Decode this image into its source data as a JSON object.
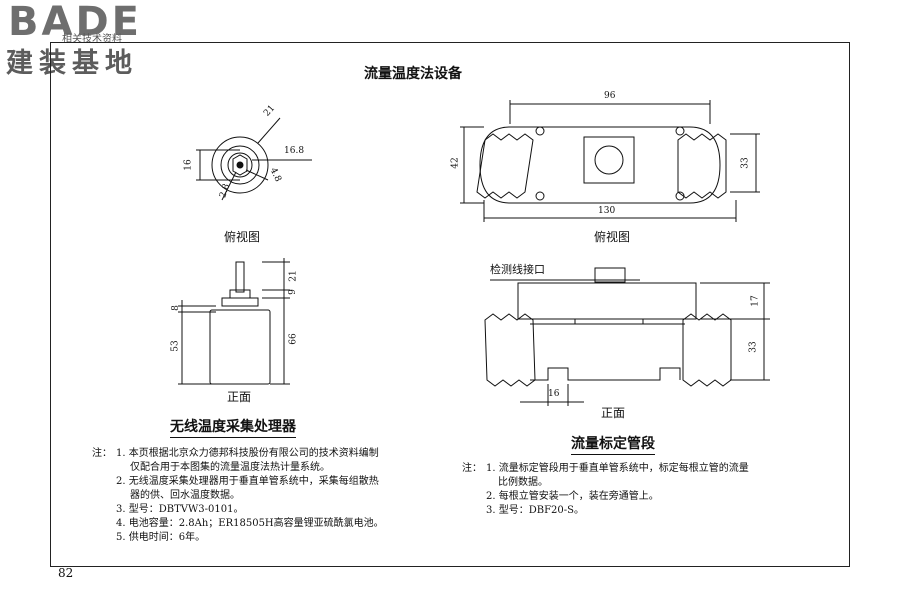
{
  "logo": {
    "brand": "BADE",
    "subtitle": "相关技术资料",
    "chinese": "建装基地"
  },
  "page": {
    "title": "流量温度法设备",
    "number": "82"
  },
  "left_drawing": {
    "top_view_label": "俯视图",
    "front_view_label": "正面",
    "dims": {
      "d21": "21",
      "d16_8": "16.8",
      "d4_8": "4.8",
      "d2_8": "2.8",
      "d16": "16",
      "d8": "8",
      "d53": "53",
      "d9": "9",
      "d21b": "21",
      "d66": "66"
    }
  },
  "right_drawing": {
    "top_view_label": "俯视图",
    "front_view_label": "正面",
    "probe_label": "检测线接口",
    "dims": {
      "d96": "96",
      "d42": "42",
      "d33": "33",
      "d130": "130",
      "d17": "17",
      "d33b": "33",
      "d16": "16"
    }
  },
  "left_section": {
    "title": "无线温度采集处理器",
    "notes_prefix": "注：",
    "notes": [
      "1. 本页根据北京众力德邦科技股份有限公司的技术资料编制",
      "仅配合用于本图集的流量温度法热计量系统。",
      "2. 无线温度采集处理器用于垂直单管系统中，采集每组散热",
      "器的供、回水温度数据。",
      "3. 型号：DBTVW3-0101。",
      "4. 电池容量：2.8Ah；ER18505H高容量锂亚硫酰氯电池。",
      "5. 供电时间：6年。"
    ]
  },
  "right_section": {
    "title": "流量标定管段",
    "notes_prefix": "注：",
    "notes": [
      "1. 流量标定管段用于垂直单管系统中，标定每根立管的流量",
      "比例数据。",
      "2. 每根立管安装一个，装在旁通管上。",
      "3. 型号：DBF20-S。"
    ]
  }
}
